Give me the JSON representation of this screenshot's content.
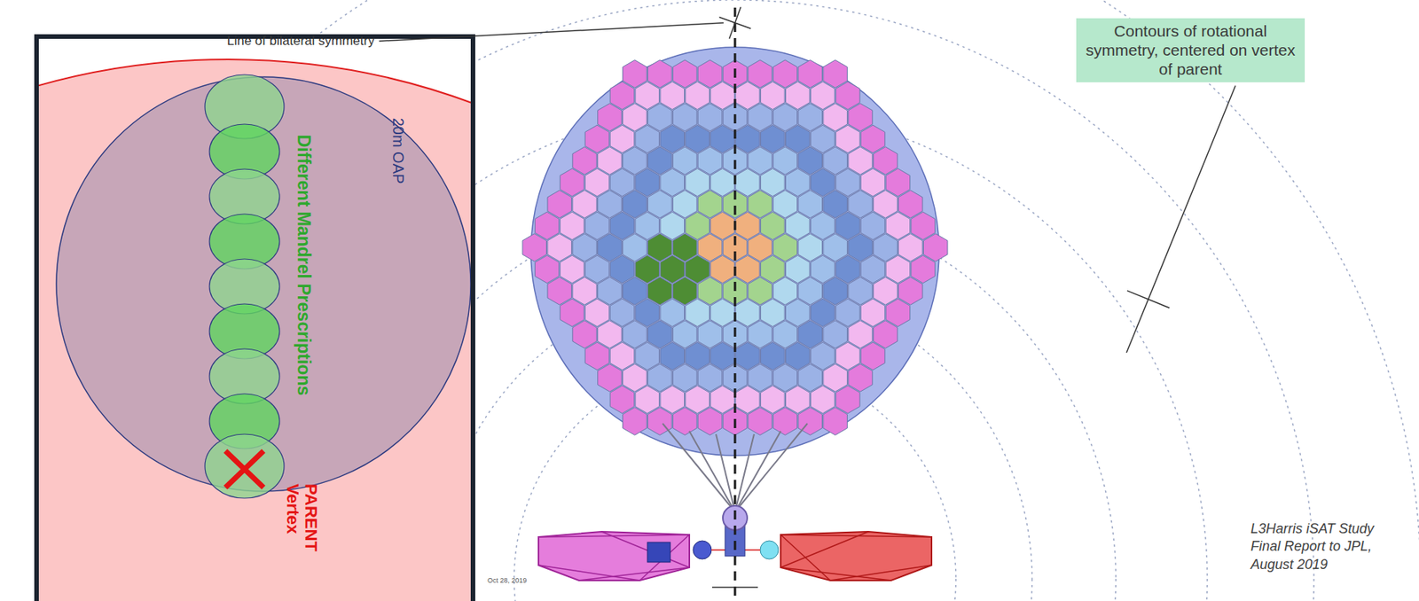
{
  "diagram": {
    "nodes": [
      {
        "text": [
          "Contours of rotational symmetry, centered on vertex of parent"
        ]
      }
    ],
    "edges": [],
    "labels": [
      "Line of bilateral symmetry",
      "Different Mandrel Prescriptions",
      "20m OAP",
      "PARENT Vertex",
      "L3Harris iSAT Study Final Report to JPL, August 2019",
      "Oct 28, 2019"
    ]
  }
}
